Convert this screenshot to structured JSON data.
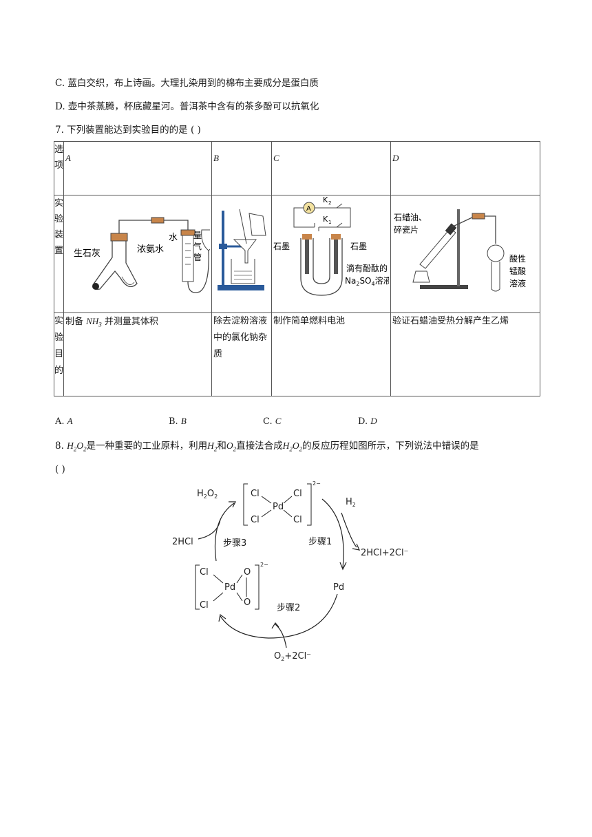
{
  "q6": {
    "optC": "C. 蓝白交织，布上诗画。大理扎染用到的棉布主要成分是蛋白质",
    "optD": "D. 壶中茶蒸腾，杯底藏星河。普洱茶中含有的茶多酚可以抗氧化"
  },
  "q7": {
    "stem": "7. 下列装置能达到实验目的的是 (    )",
    "row_headers": {
      "option": "选项",
      "device": "实验装置",
      "aim": "实验目的"
    },
    "columns": [
      "A",
      "B",
      "C",
      "D"
    ],
    "aims": {
      "A_prefix": "制备 ",
      "A_formula": "NH",
      "A_sub": "3",
      "A_suffix": " 并测量其体积",
      "B": "除去淀粉溶液中的氯化钠杂质",
      "C": "制作简单燃料电池",
      "D": "验证石蜡油受热分解产生乙烯"
    },
    "figA": {
      "l1": "生石灰",
      "l2": "浓氨水",
      "l3": "水",
      "l4": "量",
      "l5": "气",
      "l6": "管"
    },
    "figC": {
      "meter": "A",
      "k2": "K",
      "k2s": "2",
      "k1": "K",
      "k1s": "1",
      "left": "石墨",
      "right": "石墨",
      "sol1": "滴有酚酞的",
      "sol2a": "Na",
      "sol2b": "2",
      "sol2c": "SO",
      "sol2d": "4",
      "sol2e": "溶液"
    },
    "figD": {
      "l1": "石蜡油、",
      "l2": "碎瓷片",
      "r1": "酸性",
      "r2": "锰酸",
      "r3": "溶液"
    },
    "answers": {
      "A": "A. ",
      "Av": "A",
      "B": "B. ",
      "Bv": "B",
      "C": "C. ",
      "Cv": "C",
      "D": "D. ",
      "Dv": "D"
    }
  },
  "q8": {
    "num": "8. ",
    "t1": "是一种重要的工业原料，利用",
    "t2": "和",
    "t3": "直接法合成",
    "t4": "的反应历程如图所示，下列说法中错误的是",
    "paren": "(    )",
    "diagram": {
      "h2o2": "H",
      "h2o2_a": "2",
      "h2o2_b": "O",
      "h2o2_c": "2",
      "cl": "Cl",
      "pd": "Pd",
      "o": "O",
      "charge": "2−",
      "h2": "H",
      "h2s": "2",
      "step1": "步骤1",
      "step2": "步骤2",
      "step3": "步骤3",
      "prod1": "2HCl+2Cl⁻",
      "reag3": "2HCl",
      "reag2a": "O",
      "reag2b": "2",
      "reag2c": "+2Cl⁻"
    }
  }
}
